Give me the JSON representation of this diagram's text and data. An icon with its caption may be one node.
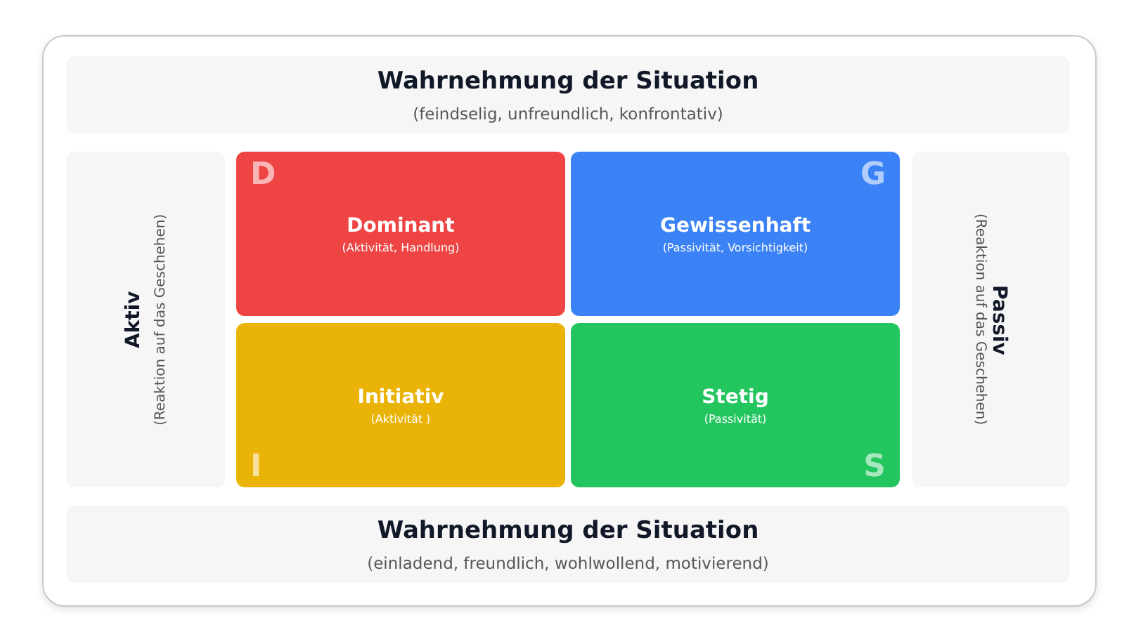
{
  "diagram": {
    "nodes": [
      {
        "text": [
          "Wahrnehmung der Situation",
          "(feindselig, unfreundlich, konfrontativ)"
        ]
      },
      {
        "text": [
          "Aktiv",
          "(Reaktion auf das Geschehen)"
        ]
      },
      {
        "text": [
          "D",
          "Dominant",
          "(Aktivität, Handlung)"
        ]
      },
      {
        "text": [
          "G",
          "Gewissenhaft",
          "(Passivität, Vorsichtigkeit)"
        ]
      },
      {
        "text": [
          "I",
          "Initiativ",
          "(Aktivität )"
        ]
      },
      {
        "text": [
          "S",
          "Stetig",
          "(Passivität)"
        ]
      },
      {
        "text": [
          "Passiv",
          "(Reaktion auf das Geschehen)"
        ]
      },
      {
        "text": [
          "Wahrnehmung der Situation",
          "(einladend, freundlich, wohlwollend, motivierend)"
        ]
      }
    ],
    "edges": []
  }
}
